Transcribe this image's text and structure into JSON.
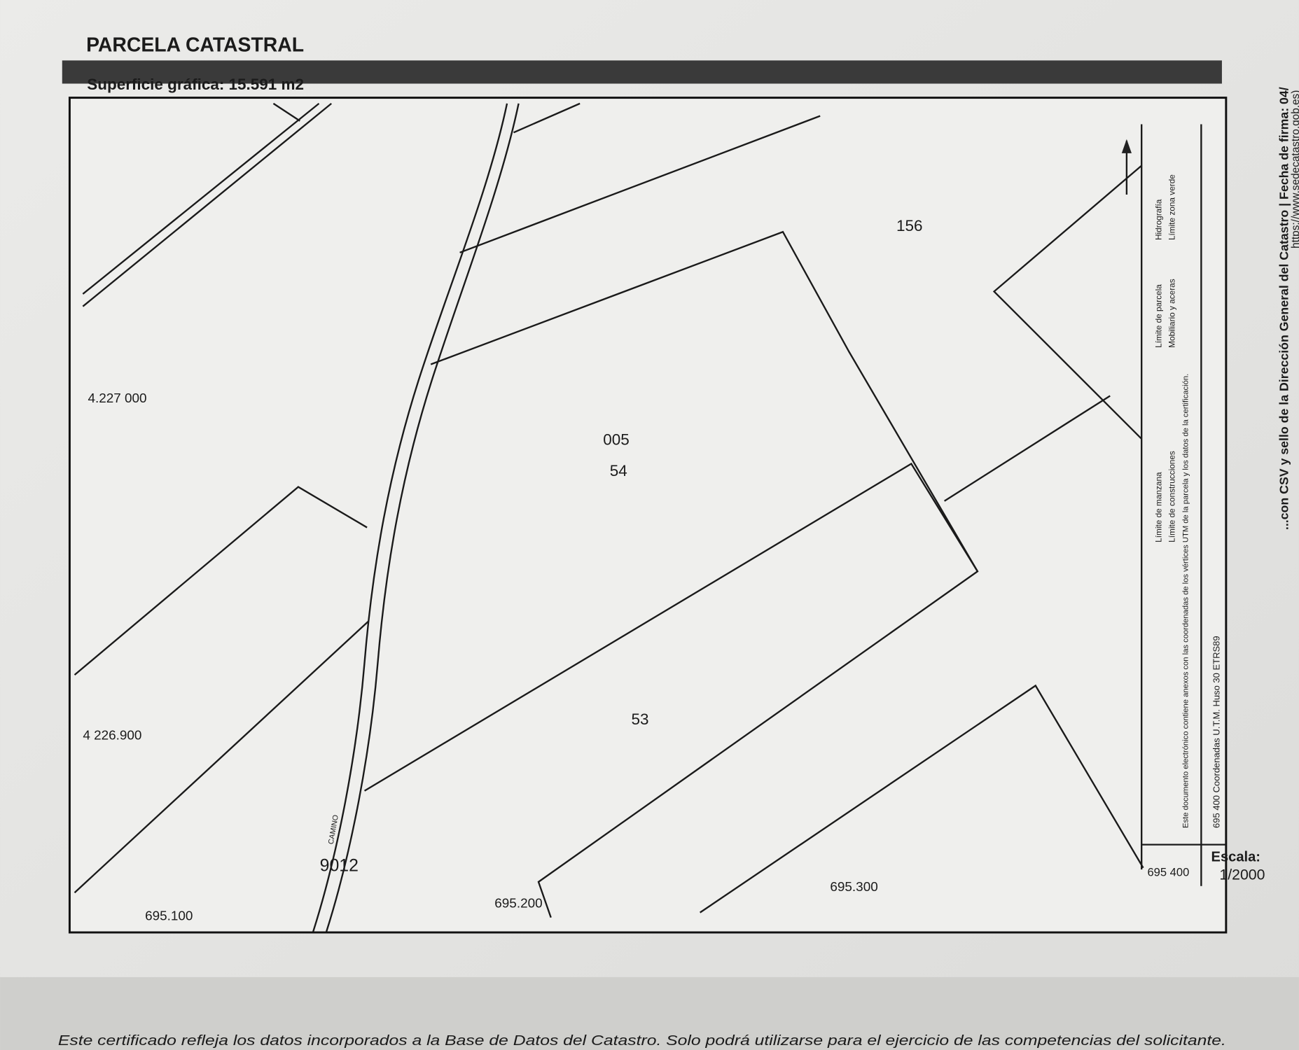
{
  "header": {
    "title": "PARCELA CATASTRAL",
    "surface": "Superficie gráfica: 15.591 m2"
  },
  "map": {
    "parcels": [
      "156",
      "005",
      "54",
      "53",
      "9012"
    ],
    "road_label": "CAMINO",
    "coords": {
      "y_top": "4.227 000",
      "y_bottom": "4 226.900",
      "x1": "695.100",
      "x2": "695.200",
      "x3": "695.300",
      "x4": "695 400"
    }
  },
  "legend": {
    "items": [
      "Límite de manzana",
      "Límite de parcela",
      "Hidrografía",
      "Límite de construcciones",
      "Mobiliario y aceras",
      "Límite zona verde"
    ],
    "coord_system": "695 400 Coordenadas U.T.M. Huso 30 ETRS89",
    "note": "Este documento electrónico contiene anexos con las coordenadas de los vértices UTM de la parcela y los datos de la certificación.",
    "scale_label": "Escala:",
    "scale_value": "1/2000"
  },
  "side": {
    "line1": "...con CSV y sello de la Dirección General del Catastro  |  Fecha de firma: 04/",
    "line2": "https://www.sedecatastro.gob.es)"
  },
  "footer": {
    "text": "Este certificado refleja los datos incorporados a la Base de Datos del Catastro. Solo podrá utilizarse para el ejercicio de las competencias del solicitante."
  }
}
